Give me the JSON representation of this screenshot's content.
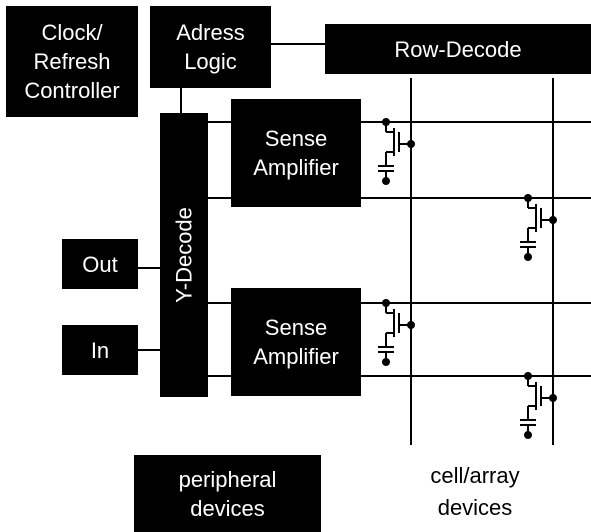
{
  "blocks": {
    "clock_refresh": "Clock/\nRefresh\nController",
    "address_logic": "Adress\nLogic",
    "row_decode": "Row-Decode",
    "sense_amp_top": "Sense\nAmplifier",
    "sense_amp_bottom": "Sense\nAmplifier",
    "y_decode": "Y-Decode",
    "out": "Out",
    "in": "In",
    "peripheral": "peripheral\ndevices"
  },
  "labels": {
    "cell_array": "cell/array\ndevices"
  },
  "colors": {
    "block": "#000000",
    "block_text": "#ffffff",
    "line": "#000000",
    "background": "#ffffff"
  }
}
